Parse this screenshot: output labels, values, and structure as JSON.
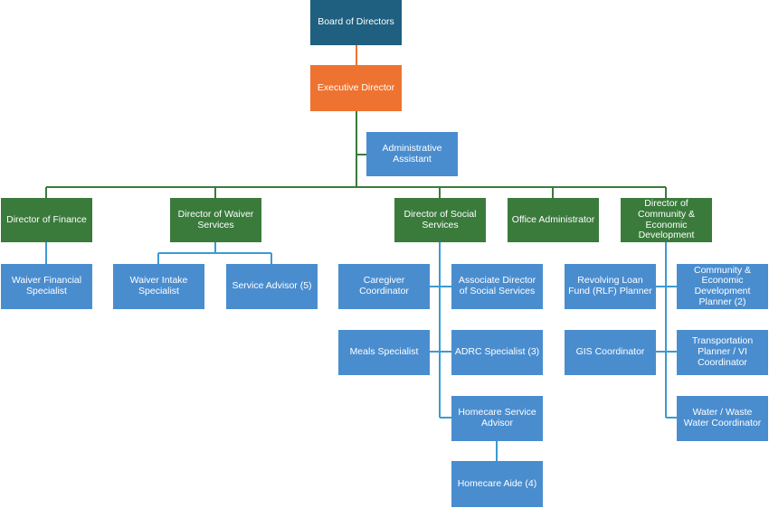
{
  "colors": {
    "board": "#1f5f7f",
    "executive": "#ef7330",
    "director": "#3a7b3c",
    "staff": "#4a8dcf",
    "connector_top": "#ef7330",
    "connector_directors": "#3a7b3c",
    "connector_staff": "#3b9bd4"
  },
  "nodes": {
    "board": "Board of Directors",
    "executive": "Executive Director",
    "admin_assistant": "Administrative Assistant",
    "dir_finance": "Director of Finance",
    "dir_waiver": "Director of Waiver Services",
    "dir_social": "Director of Social Services",
    "office_admin": "Office Administrator",
    "dir_community": "Director of Community & Economic Development",
    "waiver_financial": "Waiver Financial Specialist",
    "waiver_intake": "Waiver Intake Specialist",
    "service_advisor": "Service Advisor (5)",
    "caregiver": "Caregiver Coordinator",
    "assoc_dir_social": "Associate Director of Social Services",
    "meals": "Meals Specialist",
    "adrc": "ADRC Specialist (3)",
    "homecare_advisor": "Homecare Service Advisor",
    "homecare_aide": "Homecare Aide (4)",
    "rlf_planner": "Revolving Loan Fund (RLF) Planner",
    "ced_planner": "Community & Economic Development Planner (2)",
    "gis": "GIS Coordinator",
    "transport": "Transportation Planner / VI Coordinator",
    "water": "Water / Waste Water Coordinator"
  }
}
